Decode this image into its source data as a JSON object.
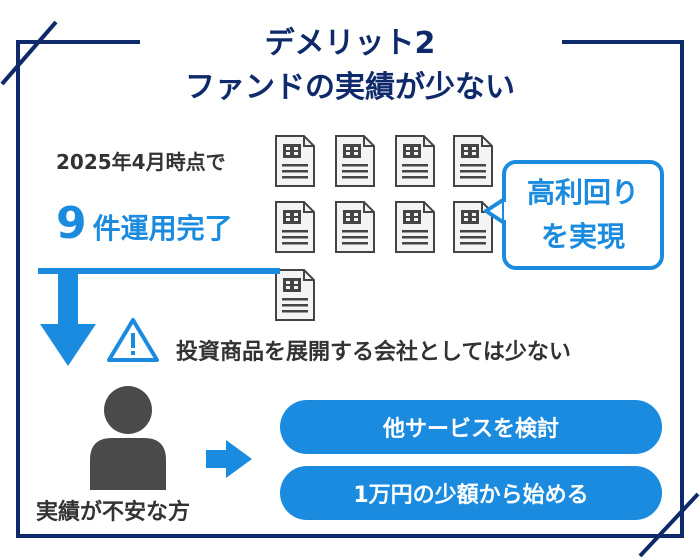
{
  "title": {
    "line1": "デメリット2",
    "line2": "ファンドの実績が少ない"
  },
  "date_label": "2025年4月時点で",
  "count": {
    "number": "9",
    "label": "件運用完了"
  },
  "bubble": {
    "line1": "高利回り",
    "line2": "を実現"
  },
  "warning": "投資商品を展開する会社としては少ない",
  "buttons": [
    "他サービスを検討",
    "1万円の少額から始める"
  ],
  "person_caption": "実績が不安な方",
  "colors": {
    "navy": "#0f2a6b",
    "accent": "#1b8be0",
    "gray": "#4a4a4a"
  },
  "icons": [
    "document-icon",
    "warning-icon",
    "person-icon",
    "arrow-down-icon",
    "arrow-right-icon"
  ]
}
